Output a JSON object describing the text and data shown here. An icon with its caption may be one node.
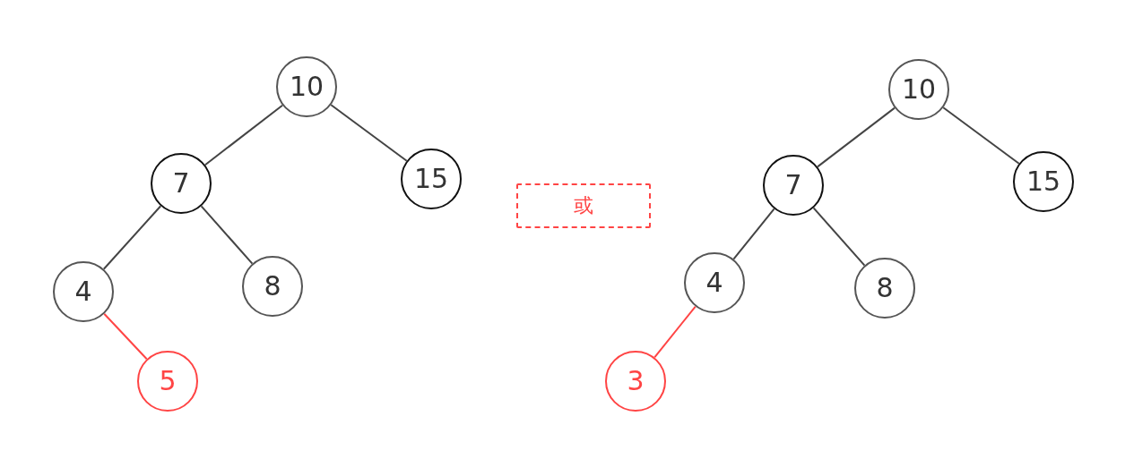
{
  "diagram": {
    "nodes": [
      {
        "text": [
          "10"
        ]
      },
      {
        "text": [
          "7"
        ]
      },
      {
        "text": [
          "15"
        ]
      },
      {
        "text": [
          "4"
        ]
      },
      {
        "text": [
          "8"
        ]
      },
      {
        "text": [
          "5"
        ]
      },
      {
        "text": [
          "或"
        ]
      },
      {
        "text": [
          "10"
        ]
      },
      {
        "text": [
          "7"
        ]
      },
      {
        "text": [
          "15"
        ]
      },
      {
        "text": [
          "4"
        ]
      },
      {
        "text": [
          "8"
        ]
      },
      {
        "text": [
          "3"
        ]
      }
    ],
    "edges": [
      {
        "from": 0,
        "to": 1,
        "arrow": "none"
      },
      {
        "from": 0,
        "to": 2,
        "arrow": "none"
      },
      {
        "from": 1,
        "to": 3,
        "arrow": "none"
      },
      {
        "from": 1,
        "to": 4,
        "arrow": "none"
      },
      {
        "from": 3,
        "to": 5,
        "arrow": "none",
        "color": "#ff4444"
      },
      {
        "from": 7,
        "to": 8,
        "arrow": "none"
      },
      {
        "from": 7,
        "to": 9,
        "arrow": "none"
      },
      {
        "from": 8,
        "to": 10,
        "arrow": "none"
      },
      {
        "from": 8,
        "to": 11,
        "arrow": "none"
      },
      {
        "from": 10,
        "to": 12,
        "arrow": "none",
        "color": "#ff4444"
      }
    ]
  }
}
